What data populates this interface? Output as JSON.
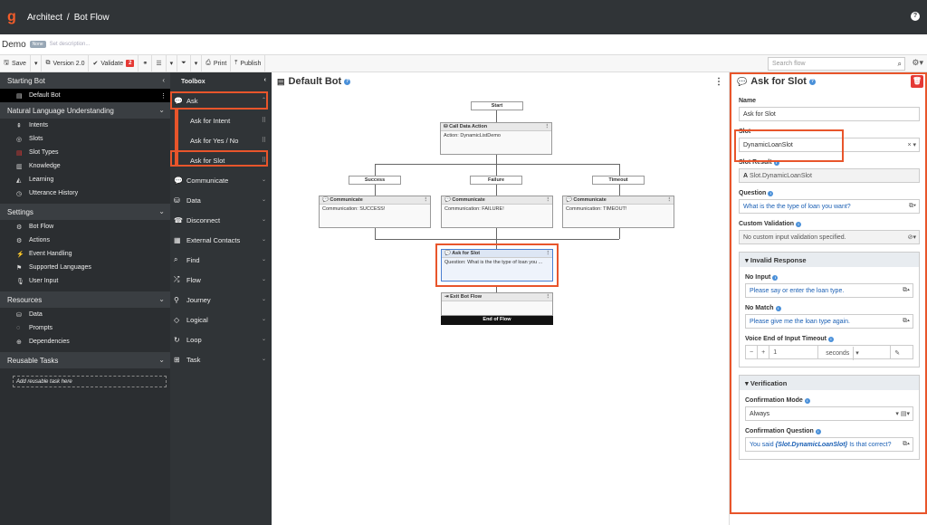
{
  "app": {
    "name": "Architect",
    "section": "Bot Flow"
  },
  "flow": {
    "name": "Demo",
    "badge": "None",
    "desc": "Set description..."
  },
  "toolbar": {
    "save": "Save",
    "version": "Version 2.0",
    "validate": "Validate",
    "validate_count": "2",
    "print": "Print",
    "publish": "Publish"
  },
  "search": {
    "placeholder": "Search flow"
  },
  "leftnav": {
    "starting": "Starting Bot",
    "default_bot": "Default Bot",
    "nlu": "Natural Language Understanding",
    "nlu_items": [
      "Intents",
      "Slots",
      "Slot Types",
      "Knowledge",
      "Learning",
      "Utterance History"
    ],
    "settings": "Settings",
    "settings_items": [
      "Bot Flow",
      "Actions",
      "Event Handling",
      "Supported Languages",
      "User Input"
    ],
    "resources": "Resources",
    "resources_items": [
      "Data",
      "Prompts",
      "Dependencies"
    ],
    "reusable": "Reusable Tasks",
    "add_task": "Add reusable task here"
  },
  "toolbox": {
    "title": "Toolbox",
    "ask": "Ask",
    "ask_items": [
      "Ask for Intent",
      "Ask for Yes / No",
      "Ask for Slot"
    ],
    "items": [
      "Communicate",
      "Data",
      "Disconnect",
      "External Contacts",
      "Find",
      "Flow",
      "Journey",
      "Logical",
      "Loop",
      "Task"
    ]
  },
  "canvas": {
    "title": "Default Bot",
    "start": "Start",
    "call_title": "Call Data Action",
    "call_body": "Action: DynamicListDemo",
    "success": "Success",
    "failure": "Failure",
    "timeout": "Timeout",
    "comm_title": "Communicate",
    "comm1": "Communication: SUCCESS!",
    "comm2": "Communication: FAILURE!",
    "comm3": "Communication: TIMEOUT!",
    "ask_title": "Ask for Slot",
    "ask_body": "Question: What is the the type of loan you ...",
    "exit_title": "Exit Bot Flow",
    "end": "End of Flow"
  },
  "panel": {
    "title": "Ask for Slot",
    "name_lbl": "Name",
    "name_val": "Ask for Slot",
    "slot_lbl": "Slot",
    "slot_val": "DynamicLoanSlot",
    "result_lbl": "Slot Result",
    "result_val": "Slot.DynamicLoanSlot",
    "question_lbl": "Question",
    "question_val": "What is the the type of loan you want?",
    "custom_lbl": "Custom Validation",
    "custom_val": "No custom input validation specified.",
    "invalid_hdr": "Invalid Response",
    "noinput_lbl": "No Input",
    "noinput_val": "Please say or enter the loan type.",
    "nomatch_lbl": "No Match",
    "nomatch_val": "Please give me the loan type again.",
    "voice_lbl": "Voice End of Input Timeout",
    "voice_val": "1",
    "voice_unit": "seconds",
    "verif_hdr": "Verification",
    "conf_mode_lbl": "Confirmation Mode",
    "conf_mode_val": "Always",
    "conf_q_lbl": "Confirmation Question",
    "conf_q_pre": "You said ",
    "conf_q_var": "{Slot.DynamicLoanSlot}",
    "conf_q_post": " Is that correct?"
  }
}
